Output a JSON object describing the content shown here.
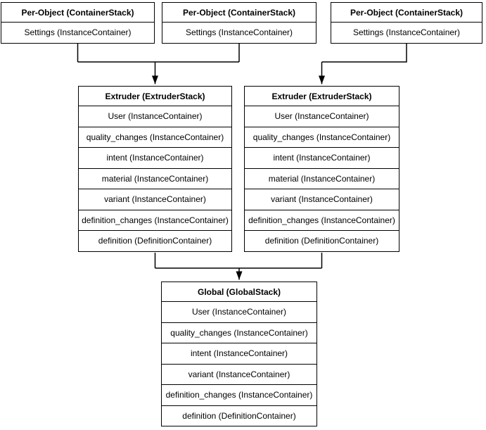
{
  "diagram": {
    "colors": {
      "line": "#000000",
      "text": "#000000",
      "background": "#ffffff",
      "box_fill": "#ffffff"
    },
    "boxes": {
      "per_object_1": {
        "title": "Per-Object (ContainerStack)",
        "rows": [
          "Settings (InstanceContainer)"
        ]
      },
      "per_object_2": {
        "title": "Per-Object (ContainerStack)",
        "rows": [
          "Settings (InstanceContainer)"
        ]
      },
      "per_object_3": {
        "title": "Per-Object (ContainerStack)",
        "rows": [
          "Settings (InstanceContainer)"
        ]
      },
      "extruder_left": {
        "title": "Extruder (ExtruderStack)",
        "rows": [
          "User (InstanceContainer)",
          "quality_changes (InstanceContainer)",
          "intent (InstanceContainer)",
          "material (InstanceContainer)",
          "variant (InstanceContainer)",
          "definition_changes (InstanceContainer)",
          "definition (DefinitionContainer)"
        ]
      },
      "extruder_right": {
        "title": "Extruder (ExtruderStack)",
        "rows": [
          "User (InstanceContainer)",
          "quality_changes (InstanceContainer)",
          "intent (InstanceContainer)",
          "material (InstanceContainer)",
          "variant (InstanceContainer)",
          "definition_changes (InstanceContainer)",
          "definition (DefinitionContainer)"
        ]
      },
      "global": {
        "title": "Global (GlobalStack)",
        "rows": [
          "User (InstanceContainer)",
          "quality_changes (InstanceContainer)",
          "intent (InstanceContainer)",
          "variant (InstanceContainer)",
          "definition_changes (InstanceContainer)",
          "definition (DefinitionContainer)"
        ]
      }
    }
  }
}
